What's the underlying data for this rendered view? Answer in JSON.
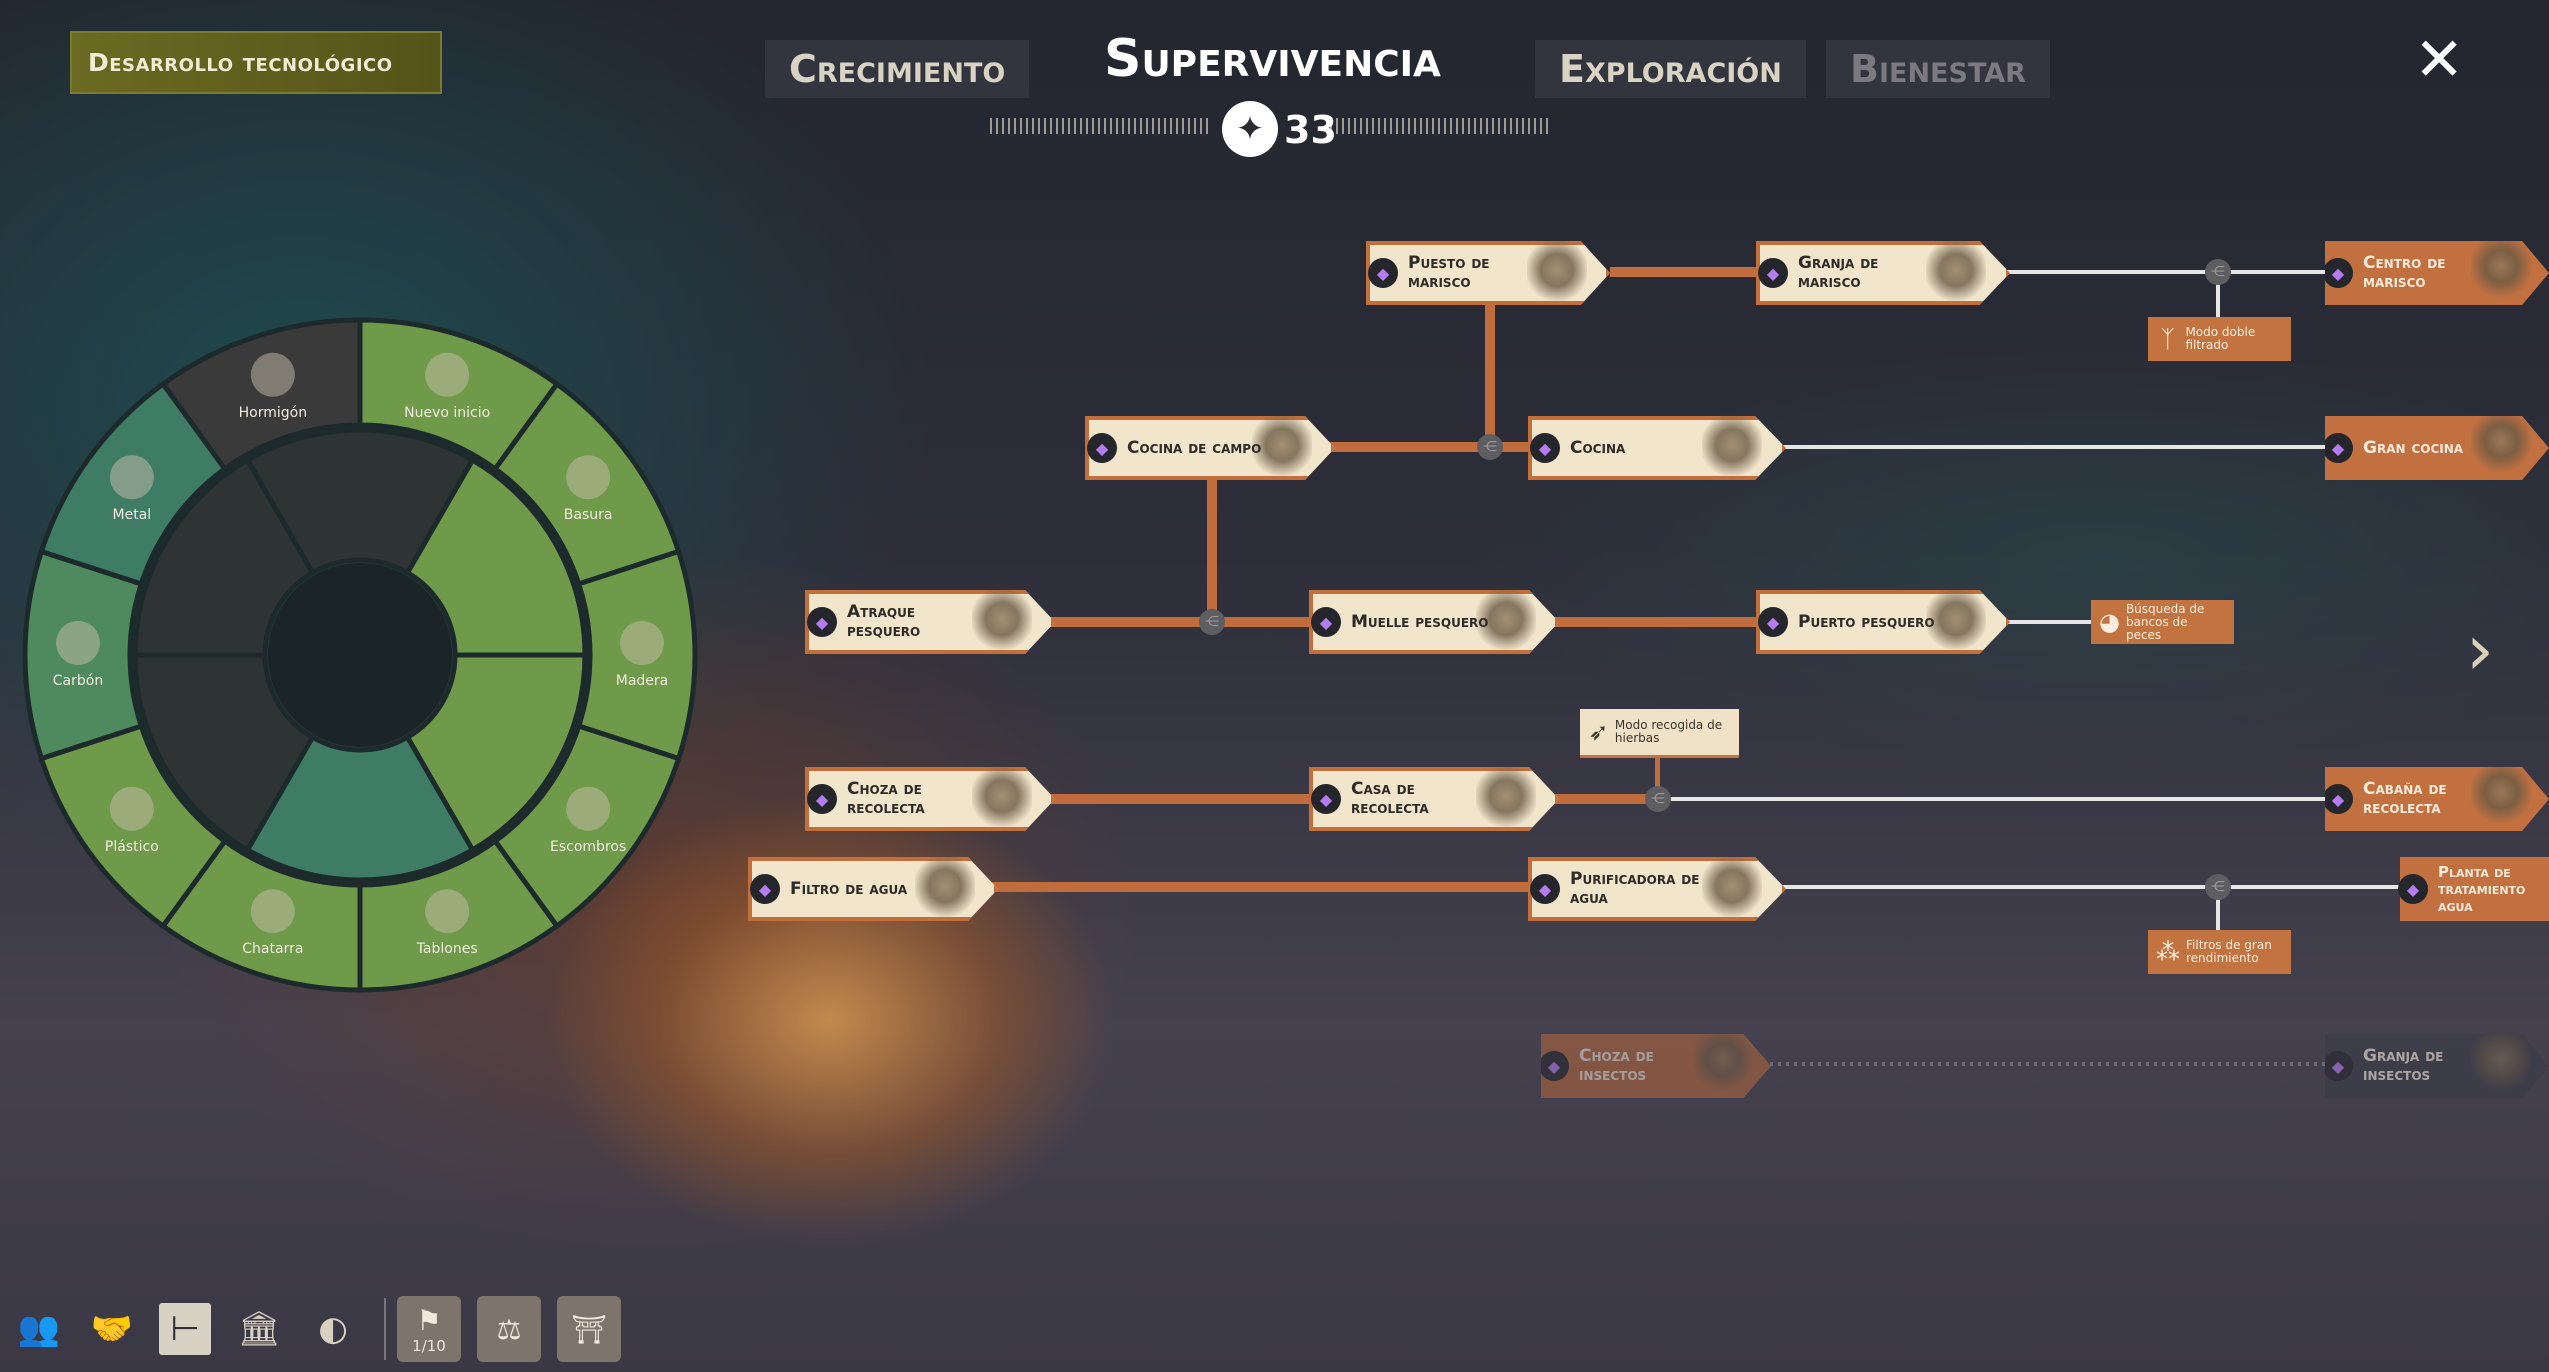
{
  "header": {
    "section_button": "Desarrollo tecnológico",
    "tabs": [
      "Crecimiento",
      "Supervivencia",
      "Exploración",
      "Bienestar"
    ],
    "active_tab": "Supervivencia",
    "points": "33",
    "close": "✕"
  },
  "wheel": {
    "resources": [
      "Hormigón",
      "Nuevo inicio",
      "Basura",
      "Madera",
      "Escombros",
      "Tablones",
      "Chatarra",
      "Plástico",
      "Carbón",
      "Metal"
    ]
  },
  "tree": {
    "nodes": [
      {
        "label": "Puesto de marisco",
        "state": "unlocked"
      },
      {
        "label": "Granja de marisco",
        "state": "unlocked"
      },
      {
        "label": "Centro de marisco",
        "state": "locked"
      },
      {
        "label": "Cocina de campo",
        "state": "unlocked"
      },
      {
        "label": "Cocina",
        "state": "unlocked"
      },
      {
        "label": "Gran cocina",
        "state": "locked"
      },
      {
        "label": "Atraque pesquero",
        "state": "unlocked"
      },
      {
        "label": "Muelle pesquero",
        "state": "unlocked"
      },
      {
        "label": "Puerto pesquero",
        "state": "unlocked"
      },
      {
        "label": "Choza de recolecta",
        "state": "unlocked"
      },
      {
        "label": "Casa de recolecta",
        "state": "unlocked"
      },
      {
        "label": "Cabaña de recolecta",
        "state": "locked"
      },
      {
        "label": "Filtro de agua",
        "state": "unlocked"
      },
      {
        "label": "Purificadora de agua",
        "state": "unlocked"
      },
      {
        "label": "Planta de tratamiento agua",
        "state": "locked"
      },
      {
        "label": "Choza de insectos",
        "state": "faded"
      },
      {
        "label": "Granja de insectos",
        "state": "hidden"
      }
    ],
    "upgrades": [
      {
        "label": "Modo doble filtrado",
        "icon": "filter-icon"
      },
      {
        "label": "Búsqueda de bancos de peces",
        "icon": "fish-icon"
      },
      {
        "label": "Modo recogida de hierbas",
        "icon": "herb-icon"
      },
      {
        "label": "Filtros de gran rendimiento",
        "icon": "filter-dots-icon"
      }
    ]
  },
  "toolbar": {
    "quest_count": "1/10"
  },
  "colors": {
    "accent": "#c27040",
    "cream": "#f1e5cc",
    "green": "#6e9a4a"
  }
}
